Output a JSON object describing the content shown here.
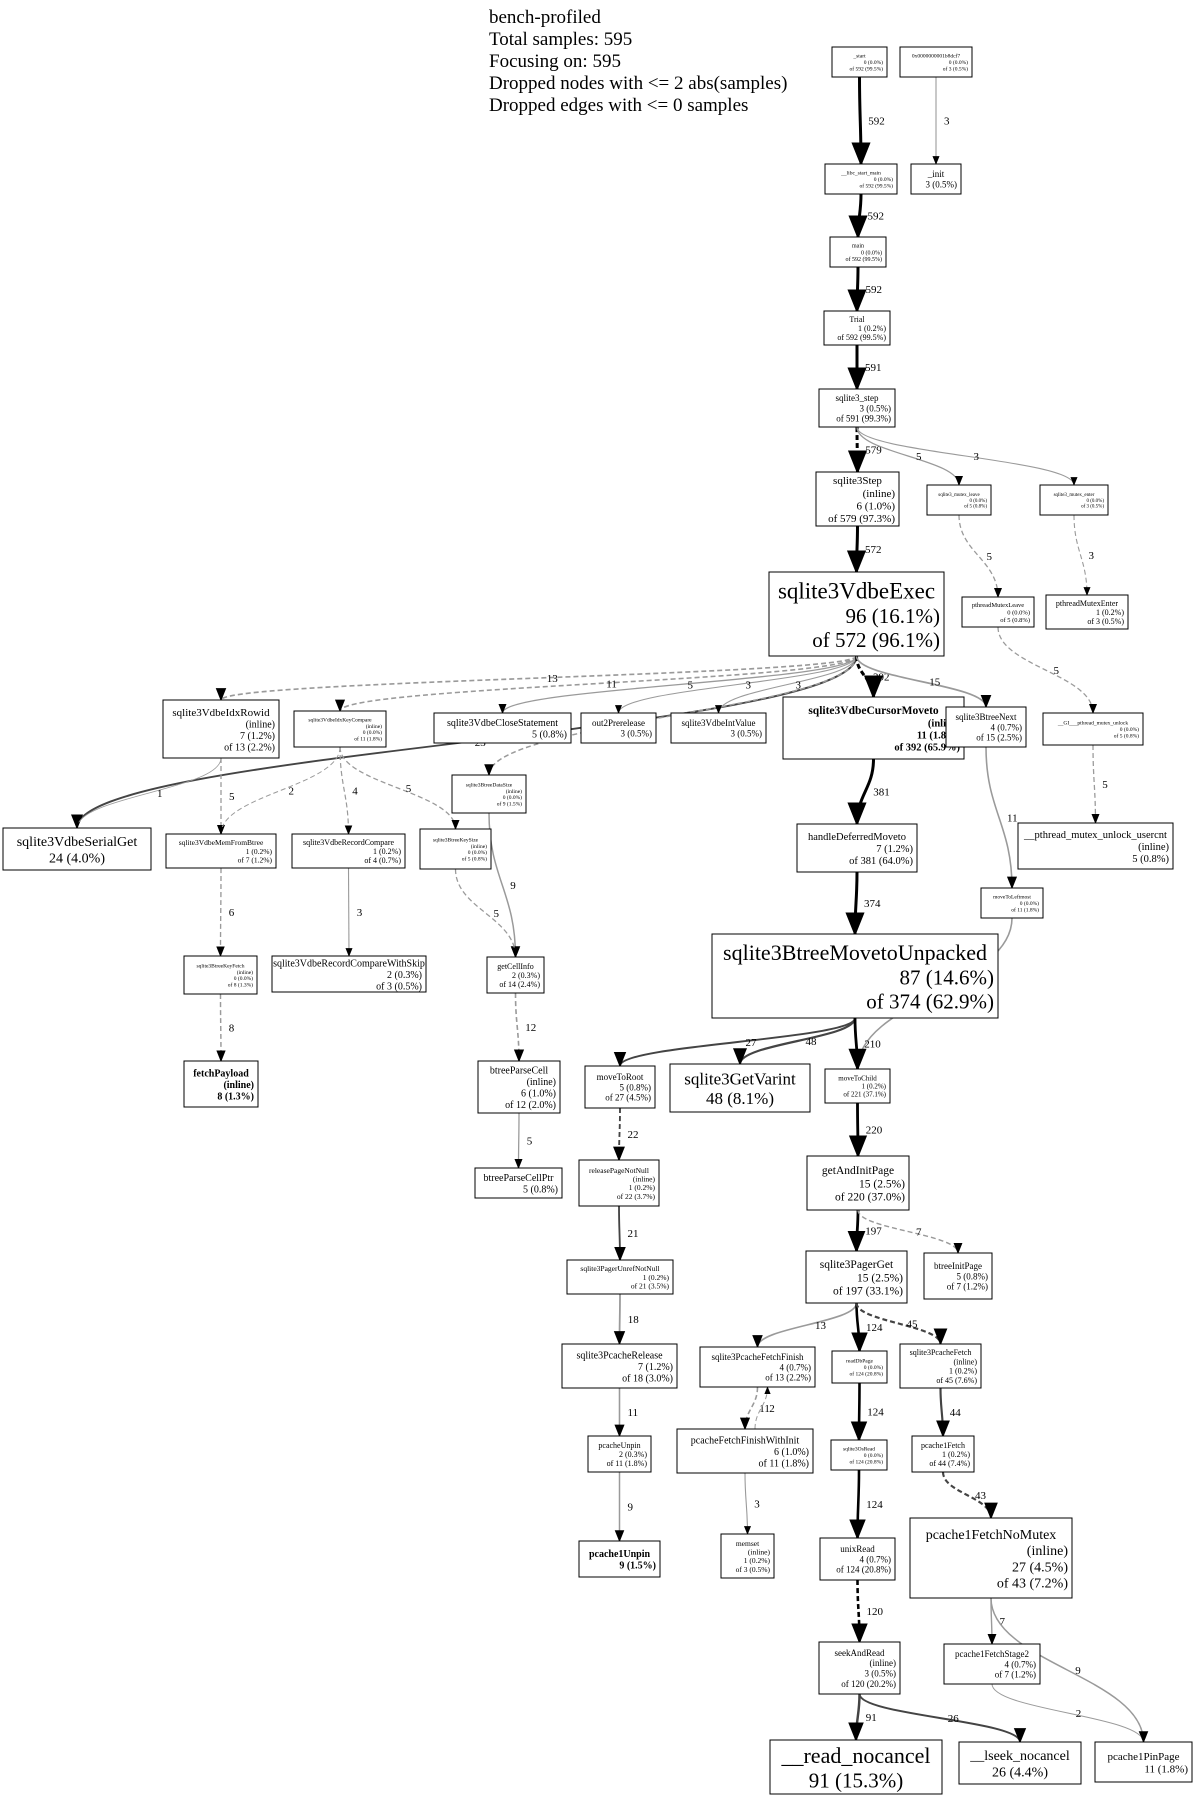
{
  "header": {
    "lines": [
      "bench-profiled",
      "Total samples: 595",
      "Focusing on: 595",
      "Dropped nodes with <= 2 abs(samples)",
      "Dropped edges with <= 0 samples"
    ]
  },
  "nodes": [
    {
      "id": "start",
      "lines": [
        "_start",
        "0 (0.0%)",
        "of 592 (99.5%)"
      ]
    },
    {
      "id": "addr",
      "lines": [
        "0x0000000001b8dcf7",
        "0 (0.0%)",
        "of 3 (0.5%)"
      ]
    },
    {
      "id": "libc",
      "lines": [
        "__libc_start_main",
        "0 (0.0%)",
        "of 592 (99.5%)"
      ]
    },
    {
      "id": "init",
      "lines": [
        "_init",
        "3 (0.5%)"
      ]
    },
    {
      "id": "main",
      "lines": [
        "main",
        "0 (0.0%)",
        "of 592 (99.5%)"
      ]
    },
    {
      "id": "trial",
      "lines": [
        "Trial",
        "1 (0.2%)",
        "of 592 (99.5%)"
      ]
    },
    {
      "id": "step",
      "lines": [
        "sqlite3_step",
        "3 (0.5%)",
        "of 591 (99.3%)"
      ]
    },
    {
      "id": "Step",
      "lines": [
        "sqlite3Step",
        "(inline)",
        "6 (1.0%)",
        "of 579 (97.3%)"
      ]
    },
    {
      "id": "mleave",
      "lines": [
        "sqlite3_mutex_leave",
        "0 (0.0%)",
        "of 5 (0.8%)"
      ]
    },
    {
      "id": "menter",
      "lines": [
        "sqlite3_mutex_enter",
        "0 (0.0%)",
        "of 3 (0.5%)"
      ]
    },
    {
      "id": "exec",
      "lines": [
        "sqlite3VdbeExec",
        "96 (16.1%)",
        "of 572 (96.1%)"
      ]
    },
    {
      "id": "pmleave",
      "lines": [
        "pthreadMutexLeave",
        "0 (0.0%)",
        "of 5 (0.8%)"
      ]
    },
    {
      "id": "pmenter",
      "lines": [
        "pthreadMutexEnter",
        "1 (0.2%)",
        "of 3 (0.5%)"
      ]
    },
    {
      "id": "idxrowid",
      "lines": [
        "sqlite3VdbeIdxRowid",
        "(inline)",
        "7 (1.2%)",
        "of 13 (2.2%)"
      ]
    },
    {
      "id": "idxkeycmp",
      "lines": [
        "sqlite3VdbeIdxKeyCompare",
        "(inline)",
        "0 (0.0%)",
        "of 11 (1.8%)"
      ]
    },
    {
      "id": "closestmt",
      "lines": [
        "sqlite3VdbeCloseStatement",
        "5 (0.8%)"
      ]
    },
    {
      "id": "out2",
      "lines": [
        "out2Prerelease",
        "3 (0.5%)"
      ]
    },
    {
      "id": "intval",
      "lines": [
        "sqlite3VdbeIntValue",
        "3 (0.5%)"
      ]
    },
    {
      "id": "cursormv",
      "lines": [
        "sqlite3VdbeCursorMoveto",
        "(inline)",
        "11 (1.8%)",
        "of 392 (65.9%)"
      ]
    },
    {
      "id": "btnext",
      "lines": [
        "sqlite3BtreeNext",
        "4 (0.7%)",
        "of 15 (2.5%)"
      ]
    },
    {
      "id": "gipmu",
      "lines": [
        "__GI___pthread_mutex_unlock",
        "0 (0.0%)",
        "of 5 (0.8%)"
      ]
    },
    {
      "id": "datasize",
      "lines": [
        "sqlite3BtreeDataSize",
        "(inline)",
        "0 (0.0%)",
        "of 9 (1.5%)"
      ]
    },
    {
      "id": "serialget",
      "lines": [
        "sqlite3VdbeSerialGet",
        "24 (4.0%)"
      ]
    },
    {
      "id": "memfrom",
      "lines": [
        "sqlite3VdbeMemFromBtree",
        "1 (0.2%)",
        "of 7 (1.2%)"
      ]
    },
    {
      "id": "reccmp",
      "lines": [
        "sqlite3VdbeRecordCompare",
        "1 (0.2%)",
        "of 4 (0.7%)"
      ]
    },
    {
      "id": "keysize",
      "lines": [
        "sqlite3BtreeKeySize",
        "(inline)",
        "0 (0.0%)",
        "of 5 (0.8%)"
      ]
    },
    {
      "id": "deferred",
      "lines": [
        "handleDeferredMoveto",
        "7 (1.2%)",
        "of 381 (64.0%)"
      ]
    },
    {
      "id": "unlockusr",
      "lines": [
        "__pthread_mutex_unlock_usercnt",
        "(inline)",
        "5 (0.8%)"
      ]
    },
    {
      "id": "toleftmost",
      "lines": [
        "moveToLeftmost",
        "0 (0.0%)",
        "of 11 (1.8%)"
      ]
    },
    {
      "id": "keyfetch",
      "lines": [
        "sqlite3BtreeKeyFetch",
        "(inline)",
        "0 (0.0%)",
        "of 8 (1.3%)"
      ]
    },
    {
      "id": "reccmpskip",
      "lines": [
        "sqlite3VdbeRecordCompareWithSkip",
        "2 (0.3%)",
        "of 3 (0.5%)"
      ]
    },
    {
      "id": "getcellinfo",
      "lines": [
        "getCellInfo",
        "2 (0.3%)",
        "of 14 (2.4%)"
      ]
    },
    {
      "id": "unpacked",
      "lines": [
        "sqlite3BtreeMovetoUnpacked",
        "87 (14.6%)",
        "of 374 (62.9%)"
      ]
    },
    {
      "id": "fetchpayload",
      "lines": [
        "fetchPayload",
        "(inline)",
        "8 (1.3%)"
      ]
    },
    {
      "id": "parsecell",
      "lines": [
        "btreeParseCell",
        "(inline)",
        "6 (1.0%)",
        "of 12 (2.0%)"
      ]
    },
    {
      "id": "moveroot",
      "lines": [
        "moveToRoot",
        "5 (0.8%)",
        "of 27 (4.5%)"
      ]
    },
    {
      "id": "getvarint",
      "lines": [
        "sqlite3GetVarint",
        "48 (8.1%)"
      ]
    },
    {
      "id": "movechild",
      "lines": [
        "moveToChild",
        "1 (0.2%)",
        "of 221 (37.1%)"
      ]
    },
    {
      "id": "parsecellptr",
      "lines": [
        "btreeParseCellPtr",
        "5 (0.8%)"
      ]
    },
    {
      "id": "relpage",
      "lines": [
        "releasePageNotNull",
        "(inline)",
        "1 (0.2%)",
        "of 22 (3.7%)"
      ]
    },
    {
      "id": "getinit",
      "lines": [
        "getAndInitPage",
        "15 (2.5%)",
        "of 220 (37.0%)"
      ]
    },
    {
      "id": "unrefnn",
      "lines": [
        "sqlite3PagerUnrefNotNull",
        "1 (0.2%)",
        "of 21 (3.5%)"
      ]
    },
    {
      "id": "pagerget",
      "lines": [
        "sqlite3PagerGet",
        "15 (2.5%)",
        "of 197 (33.1%)"
      ]
    },
    {
      "id": "btinit",
      "lines": [
        "btreeInitPage",
        "5 (0.8%)",
        "of 7 (1.2%)"
      ]
    },
    {
      "id": "pcrelease",
      "lines": [
        "sqlite3PcacheRelease",
        "7 (1.2%)",
        "of 18 (3.0%)"
      ]
    },
    {
      "id": "pcfinish",
      "lines": [
        "sqlite3PcacheFetchFinish",
        "4 (0.7%)",
        "of 13 (2.2%)"
      ]
    },
    {
      "id": "readdb",
      "lines": [
        "readDbPage",
        "0 (0.0%)",
        "of 124 (20.8%)"
      ]
    },
    {
      "id": "pcfetch",
      "lines": [
        "sqlite3PcacheFetch",
        "(inline)",
        "1 (0.2%)",
        "of 45 (7.6%)"
      ]
    },
    {
      "id": "pcunpin",
      "lines": [
        "pcacheUnpin",
        "2 (0.3%)",
        "of 11 (1.8%)"
      ]
    },
    {
      "id": "pcfinishinit",
      "lines": [
        "pcacheFetchFinishWithInit",
        "6 (1.0%)",
        "of 11 (1.8%)"
      ]
    },
    {
      "id": "osread",
      "lines": [
        "sqlite3OsRead",
        "0 (0.0%)",
        "of 124 (20.8%)"
      ]
    },
    {
      "id": "p1fetch",
      "lines": [
        "pcache1Fetch",
        "1 (0.2%)",
        "of 44 (7.4%)"
      ]
    },
    {
      "id": "p1unpin",
      "lines": [
        "pcache1Unpin",
        "9 (1.5%)"
      ]
    },
    {
      "id": "memset",
      "lines": [
        "memset",
        "(inline)",
        "1 (0.2%)",
        "of 3 (0.5%)"
      ]
    },
    {
      "id": "unixread",
      "lines": [
        "unixRead",
        "4 (0.7%)",
        "of 124 (20.8%)"
      ]
    },
    {
      "id": "p1nomutex",
      "lines": [
        "pcache1FetchNoMutex",
        "(inline)",
        "27 (4.5%)",
        "of 43 (7.2%)"
      ]
    },
    {
      "id": "seekread",
      "lines": [
        "seekAndRead",
        "(inline)",
        "3 (0.5%)",
        "of 120 (20.2%)"
      ]
    },
    {
      "id": "p1stage2",
      "lines": [
        "pcache1FetchStage2",
        "4 (0.7%)",
        "of 7 (1.2%)"
      ]
    },
    {
      "id": "readnc",
      "lines": [
        "__read_nocancel",
        "91 (15.3%)"
      ]
    },
    {
      "id": "lseeknc",
      "lines": [
        "__lseek_nocancel",
        "26 (4.4%)"
      ]
    },
    {
      "id": "pinpage",
      "lines": [
        "pcache1PinPage",
        "11 (1.8%)"
      ]
    }
  ],
  "edges": [
    {
      "from": "start",
      "to": "libc",
      "label": "592",
      "style": "solid"
    },
    {
      "from": "addr",
      "to": "init",
      "label": "3",
      "style": "solid"
    },
    {
      "from": "libc",
      "to": "main",
      "label": "592",
      "style": "solid"
    },
    {
      "from": "main",
      "to": "trial",
      "label": "592",
      "style": "solid"
    },
    {
      "from": "trial",
      "to": "step",
      "label": "591",
      "style": "solid"
    },
    {
      "from": "step",
      "to": "Step",
      "label": "579",
      "style": "dashed"
    },
    {
      "from": "step",
      "to": "mleave",
      "label": "5",
      "style": "solid"
    },
    {
      "from": "step",
      "to": "menter",
      "label": "3",
      "style": "solid"
    },
    {
      "from": "Step",
      "to": "exec",
      "label": "572",
      "style": "solid"
    },
    {
      "from": "mleave",
      "to": "pmleave",
      "label": "5",
      "style": "dashed"
    },
    {
      "from": "menter",
      "to": "pmenter",
      "label": "3",
      "style": "dashed"
    },
    {
      "from": "exec",
      "to": "serialget",
      "label": "23",
      "style": "solid"
    },
    {
      "from": "exec",
      "to": "idxrowid",
      "label": "13",
      "style": "dashed"
    },
    {
      "from": "exec",
      "to": "idxkeycmp",
      "label": "11",
      "style": "dashed"
    },
    {
      "from": "exec",
      "to": "datasize",
      "label": "9",
      "style": "dashed"
    },
    {
      "from": "exec",
      "to": "closestmt",
      "label": "5",
      "style": "solid"
    },
    {
      "from": "exec",
      "to": "out2",
      "label": "3",
      "style": "solid"
    },
    {
      "from": "exec",
      "to": "intval",
      "label": "3",
      "style": "solid"
    },
    {
      "from": "exec",
      "to": "cursormv",
      "label": "392",
      "style": "dashed"
    },
    {
      "from": "exec",
      "to": "btnext",
      "label": "15",
      "style": "solid"
    },
    {
      "from": "pmleave",
      "to": "gipmu",
      "label": "5",
      "style": "dashed"
    },
    {
      "from": "idxrowid",
      "to": "serialget",
      "label": "1",
      "style": "solid"
    },
    {
      "from": "idxrowid",
      "to": "memfrom",
      "label": "5",
      "style": "dashed"
    },
    {
      "from": "idxkeycmp",
      "to": "memfrom",
      "label": "2",
      "style": "dashed"
    },
    {
      "from": "idxkeycmp",
      "to": "reccmp",
      "label": "4",
      "style": "dashed"
    },
    {
      "from": "idxkeycmp",
      "to": "keysize",
      "label": "5",
      "style": "dashed"
    },
    {
      "from": "datasize",
      "to": "getcellinfo",
      "label": "9",
      "style": "solid"
    },
    {
      "from": "cursormv",
      "to": "deferred",
      "label": "381",
      "style": "solid"
    },
    {
      "from": "btnext",
      "to": "toleftmost",
      "label": "11",
      "style": "solid"
    },
    {
      "from": "gipmu",
      "to": "unlockusr",
      "label": "5",
      "style": "dashed"
    },
    {
      "from": "memfrom",
      "to": "keyfetch",
      "label": "6",
      "style": "dashed"
    },
    {
      "from": "reccmp",
      "to": "reccmpskip",
      "label": "3",
      "style": "solid"
    },
    {
      "from": "keysize",
      "to": "getcellinfo",
      "label": "5",
      "style": "dashed"
    },
    {
      "from": "deferred",
      "to": "unpacked",
      "label": "374",
      "style": "solid"
    },
    {
      "from": "toleftmost",
      "to": "movechild",
      "label": "11",
      "style": "solid"
    },
    {
      "from": "keyfetch",
      "to": "fetchpayload",
      "label": "8",
      "style": "dashed"
    },
    {
      "from": "getcellinfo",
      "to": "parsecell",
      "label": "12",
      "style": "dashed"
    },
    {
      "from": "unpacked",
      "to": "moveroot",
      "label": "27",
      "style": "solid"
    },
    {
      "from": "unpacked",
      "to": "getvarint",
      "label": "48",
      "style": "solid"
    },
    {
      "from": "unpacked",
      "to": "movechild",
      "label": "210",
      "style": "solid"
    },
    {
      "from": "parsecell",
      "to": "parsecellptr",
      "label": "5",
      "style": "solid"
    },
    {
      "from": "moveroot",
      "to": "relpage",
      "label": "22",
      "style": "dashed"
    },
    {
      "from": "movechild",
      "to": "getinit",
      "label": "220",
      "style": "solid"
    },
    {
      "from": "relpage",
      "to": "unrefnn",
      "label": "21",
      "style": "solid"
    },
    {
      "from": "getinit",
      "to": "pagerget",
      "label": "197",
      "style": "solid"
    },
    {
      "from": "getinit",
      "to": "btinit",
      "label": "7",
      "style": "dashed"
    },
    {
      "from": "unrefnn",
      "to": "pcrelease",
      "label": "18",
      "style": "solid"
    },
    {
      "from": "pagerget",
      "to": "pcfinish",
      "label": "13",
      "style": "solid"
    },
    {
      "from": "pagerget",
      "to": "readdb",
      "label": "124",
      "style": "solid"
    },
    {
      "from": "pagerget",
      "to": "pcfetch",
      "label": "45",
      "style": "dashed"
    },
    {
      "from": "pcrelease",
      "to": "pcunpin",
      "label": "11",
      "style": "solid"
    },
    {
      "from": "pcfinish",
      "to": "pcfinishinit",
      "label": "11",
      "style": "dashed"
    },
    {
      "from": "pcfinishinit",
      "to": "pcfinish",
      "label": "2",
      "style": "dashed"
    },
    {
      "from": "readdb",
      "to": "osread",
      "label": "124",
      "style": "solid"
    },
    {
      "from": "pcfetch",
      "to": "p1fetch",
      "label": "44",
      "style": "solid"
    },
    {
      "from": "pcunpin",
      "to": "p1unpin",
      "label": "9",
      "style": "solid"
    },
    {
      "from": "pcfinishinit",
      "to": "memset",
      "label": "3",
      "style": "solid"
    },
    {
      "from": "osread",
      "to": "unixread",
      "label": "124",
      "style": "solid"
    },
    {
      "from": "p1fetch",
      "to": "p1nomutex",
      "label": "43",
      "style": "dashed"
    },
    {
      "from": "unixread",
      "to": "seekread",
      "label": "120",
      "style": "dashed"
    },
    {
      "from": "p1nomutex",
      "to": "p1stage2",
      "label": "7",
      "style": "solid"
    },
    {
      "from": "p1nomutex",
      "to": "pinpage",
      "label": "9",
      "style": "solid"
    },
    {
      "from": "seekread",
      "to": "readnc",
      "label": "91",
      "style": "solid"
    },
    {
      "from": "seekread",
      "to": "lseeknc",
      "label": "26",
      "style": "solid"
    },
    {
      "from": "p1stage2",
      "to": "pinpage",
      "label": "2",
      "style": "solid"
    }
  ]
}
